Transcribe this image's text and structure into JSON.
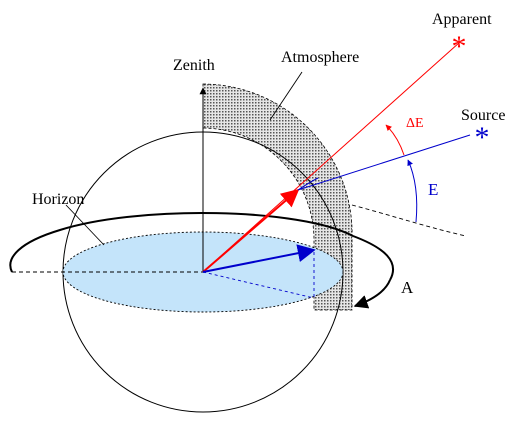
{
  "diagram": {
    "labels": {
      "zenith": "Zenith",
      "atmosphere": "Atmosphere",
      "apparent": "Apparent",
      "source": "Source",
      "horizon": "Horizon",
      "delta_e": "ΔE",
      "elevation": "E",
      "azimuth": "A"
    },
    "colors": {
      "apparent": "#ff0000",
      "source": "#0000cc",
      "horizon_fill": "#c4e4fa",
      "atmosphere_fill": "#d0d0d0",
      "ink": "#000000"
    },
    "markers": {
      "apparent_symbol": "*",
      "source_symbol": "*"
    }
  }
}
